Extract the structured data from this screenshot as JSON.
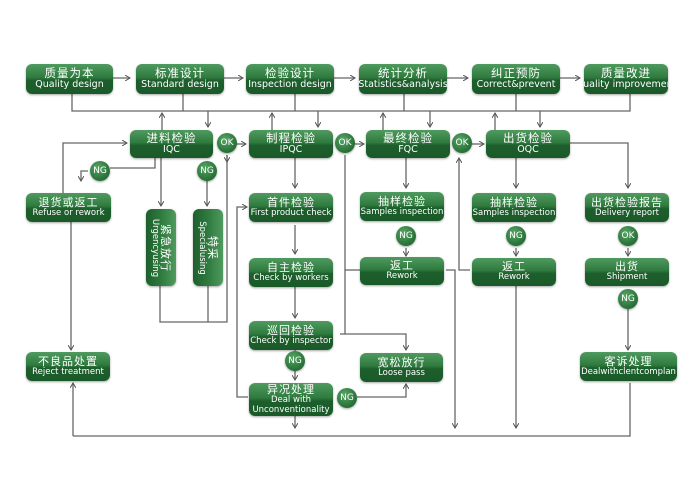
{
  "diagram": {
    "title": "Quality management process flow",
    "colors": {
      "node": "#2f7a3e",
      "node_light": "#4f9a5e",
      "connector": "#555555",
      "text": "#ffffff"
    },
    "top_row": [
      {
        "zh": "质量为本",
        "en": "Quality design"
      },
      {
        "zh": "标准设计",
        "en": "Standard design"
      },
      {
        "zh": "检验设计",
        "en": "Inspection design"
      },
      {
        "zh": "统计分析",
        "en": "Statistics&analysis"
      },
      {
        "zh": "纠正预防",
        "en": "Correct&prevent"
      },
      {
        "zh": "质量改进",
        "en": "Quality improvement"
      }
    ],
    "stages": [
      {
        "zh": "进料检验",
        "en": "IQC"
      },
      {
        "zh": "制程检验",
        "en": "IPQC"
      },
      {
        "zh": "最终检验",
        "en": "FQC"
      },
      {
        "zh": "出货检验",
        "en": "OQC"
      }
    ],
    "iqc_branch": {
      "refuse": {
        "zh": "退货或返工",
        "en": "Refuse or rework"
      },
      "urgent": {
        "zh": "紧急放行",
        "en": "Urgencyusing"
      },
      "special": {
        "zh": "特采",
        "en": "Specialusing"
      },
      "reject": {
        "zh": "不良品处置",
        "en": "Reject treatment"
      }
    },
    "ipqc_branch": {
      "first": {
        "zh": "首件检验",
        "en": "First product check"
      },
      "workers": {
        "zh": "自主检验",
        "en": "Check by workers"
      },
      "inspector": {
        "zh": "巡回检验",
        "en": "Check by inspector"
      },
      "abnormal": {
        "zh": "异况处理",
        "en": "Deal with",
        "en2": "Unconventionality"
      },
      "loose": {
        "zh": "宽松放行",
        "en": "Loose pass"
      }
    },
    "fqc_branch": {
      "samples": {
        "zh": "抽样检验",
        "en": "Samples inspection"
      },
      "rework": {
        "zh": "返工",
        "en": "Rework"
      }
    },
    "oqc_branch": {
      "samples": {
        "zh": "抽样检验",
        "en": "Samples inspection"
      },
      "rework": {
        "zh": "返工",
        "en": "Rework"
      },
      "report": {
        "zh": "出货检验报告",
        "en": "Delivery report"
      },
      "shipment": {
        "zh": "出货",
        "en": "Shipment"
      },
      "complaint": {
        "zh": "客诉处理",
        "en": "Dealwithclentcomplan"
      }
    },
    "badges": {
      "ok": "OK",
      "ng": "NG"
    }
  }
}
